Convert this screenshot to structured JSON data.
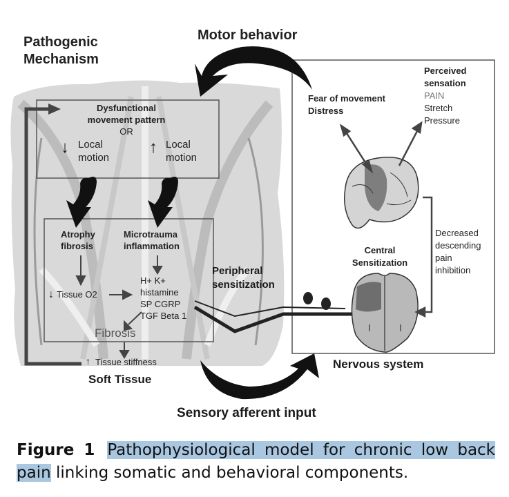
{
  "figure": {
    "headings": {
      "pathogenic_line1": "Pathogenic",
      "pathogenic_line2": "Mechanism",
      "motor_behavior": "Motor behavior",
      "soft_tissue": "Soft Tissue",
      "nervous_system": "Nervous system",
      "sensory_input": "Sensory afferent input"
    },
    "movement_box": {
      "title_line1": "Dysfunctional",
      "title_line2": "movement pattern",
      "or": "OR",
      "left_line1": "Local",
      "left_line2": "motion",
      "right_line1": "Local",
      "right_line2": "motion",
      "left_arrow": "↓",
      "right_arrow": "↑"
    },
    "tissue_box": {
      "atrophy_line1": "Atrophy",
      "atrophy_line2": "fibrosis",
      "micro_line1": "Microtrauma",
      "micro_line2": "inflammation",
      "tissue_o2_arrow": "↓",
      "tissue_o2": "Tissue O2",
      "mediators": [
        "H+ K+",
        "histamine",
        "SP CGRP",
        "TGF Beta 1"
      ],
      "fibrosis": "Fibrosis",
      "stiffness_arrow": "↑",
      "stiffness": "Tissue stiffness"
    },
    "peripheral_line1": "Peripheral",
    "peripheral_line2": "sensitization",
    "nervous_box": {
      "fear_line1": "Fear of movement",
      "fear_line2": "Distress",
      "perceived_line1": "Perceived",
      "perceived_line2": "sensation",
      "sensations": [
        "PAIN",
        "Stretch",
        "Pressure"
      ],
      "central_line1": "Central",
      "central_line2": "Sensitization",
      "descending": [
        "Decreased",
        "descending",
        "pain",
        "inhibition"
      ]
    }
  },
  "caption": {
    "label": "Figure 1",
    "highlighted": "Pathophysiological model for chronic low back pain",
    "rest": " linking somatic and behavioral components."
  },
  "colors": {
    "highlight": "#a9c7e0",
    "pain_text": "#777777",
    "box_border": "#555555"
  }
}
